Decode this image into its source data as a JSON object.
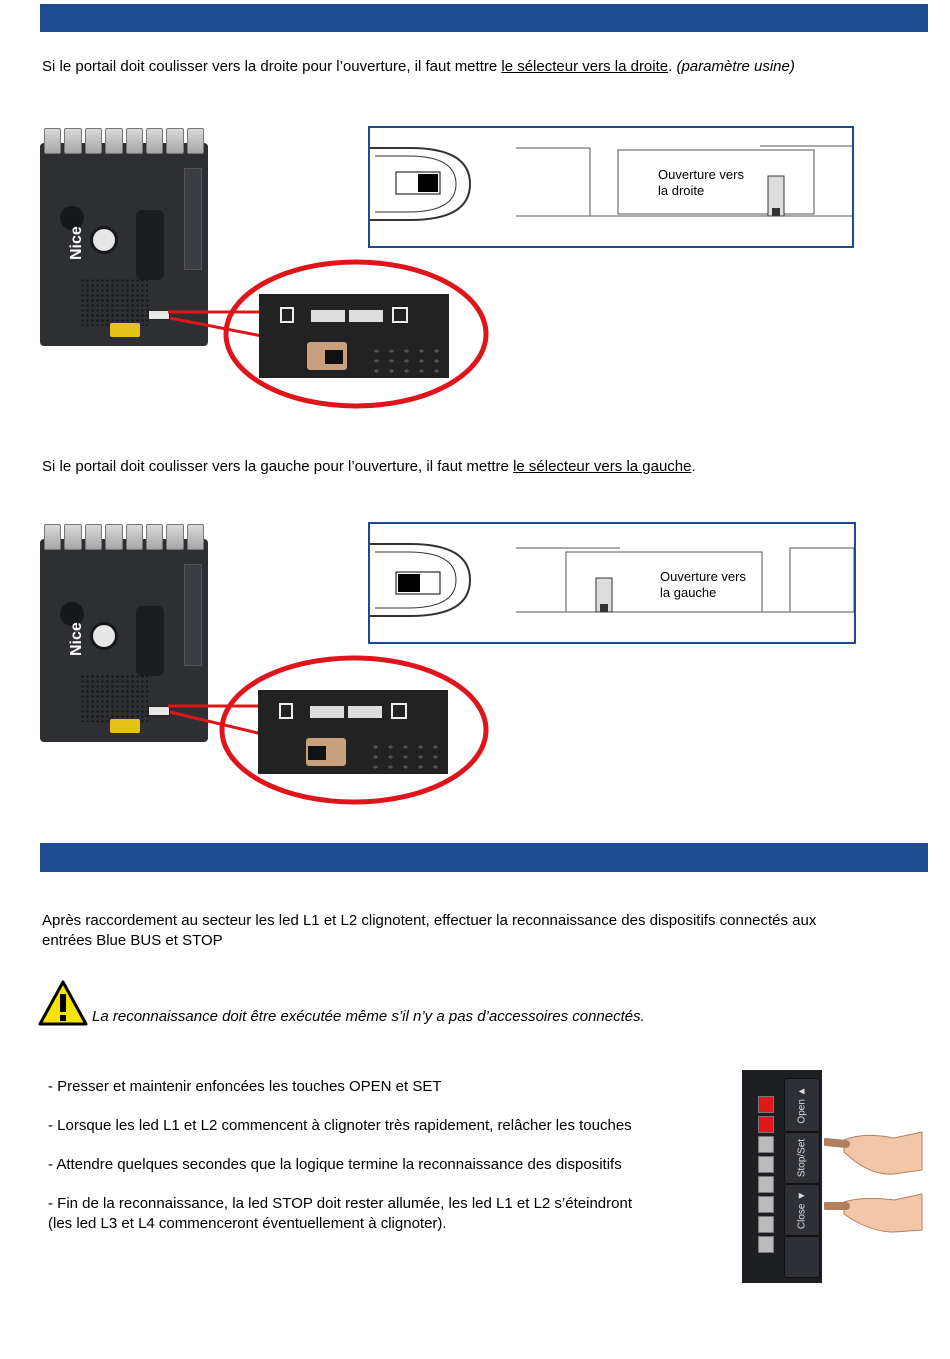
{
  "section1": {
    "line_a": {
      "before": "Si le portail doit coulisser vers la droite pour l’ouverture, il faut mettre ",
      "underlined": "le sélecteur vers la droite",
      "after": ". ",
      "italic": "(paramètre usine)"
    },
    "board_logo": "Nice",
    "diagram_label": "Ouverture vers\nla droite",
    "line_b": {
      "before": "Si le portail doit coulisser vers la gauche pour l’ouverture, il faut mettre ",
      "underlined": "le sélecteur vers la gauche",
      "after": "."
    },
    "diagram_label_2": "Ouverture vers\nla gauche"
  },
  "section2": {
    "intro": {
      "p1": "Après raccordement au secteur les led ",
      "l1": "L1",
      "p2": " et ",
      "l2": "L2",
      "p3": " clignotent, effectuer la reconnaissance des dispositifs connectés aux",
      "line2": "entrées Blue BUS et STOP"
    },
    "warning_text": "La reconnaissance doit être exécutée même s’il n’y a pas d’accessoires connectés.",
    "steps": {
      "s1a": "- Presser et maintenir enfoncées les touches ",
      "s1b": "OPEN",
      "s1c": " et ",
      "s1d": "SET",
      "s2a": "- Lorsque les led ",
      "s2b": "L1",
      "s2c": " et ",
      "s2d": "L2",
      "s2e": " commencent à clignoter très rapidement, relâcher les touches",
      "s3": "- Attendre quelques secondes que la logique termine la reconnaissance des dispositifs",
      "s4a": "- Fin de la reconnaissance, la led ",
      "s4b": "STOP",
      "s4c": " doit rester allumée, les led ",
      "s4d": "L1",
      "s4e": " et ",
      "s4f": "L2",
      "s4g": "  s’éteindront",
      "s5a": "(les led ",
      "s5b": "L3",
      "s5c": " et ",
      "s5d": "L4",
      "s5e": " commenceront éventuellement à clignoter)."
    },
    "keypad": {
      "buttons": [
        "Open ▲",
        "Stop/Set",
        "Close ▼"
      ],
      "leds": [
        "L1",
        "L2",
        "L3",
        "L4",
        "L5",
        "L6",
        "L7",
        "L8"
      ]
    }
  },
  "colors": {
    "band": "#1c4b8f",
    "callout": "#e0141b",
    "led_on": "#e01818"
  }
}
